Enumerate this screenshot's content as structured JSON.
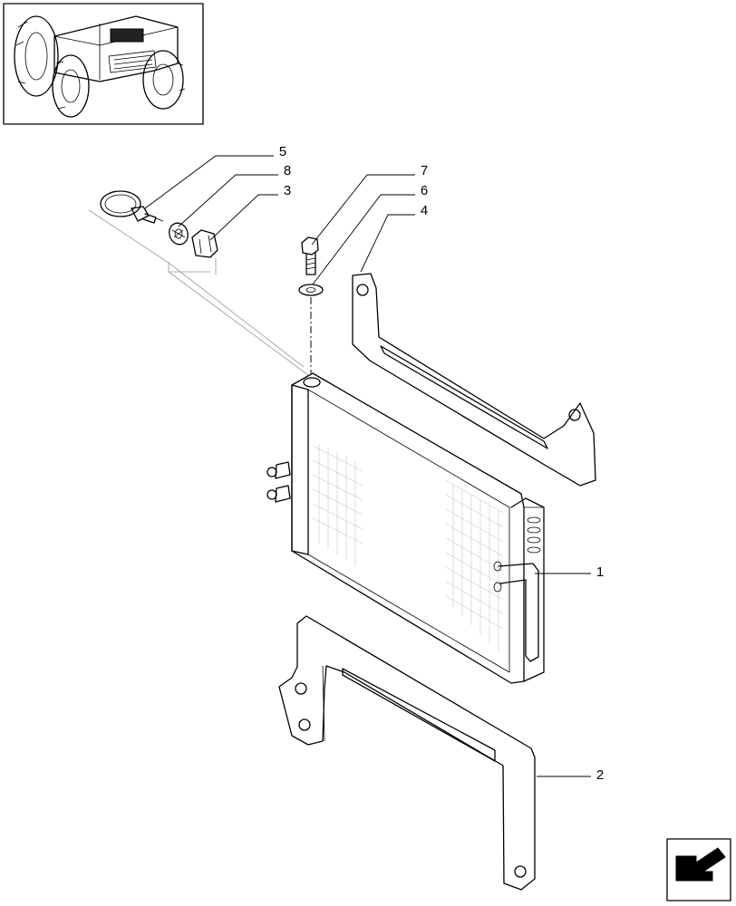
{
  "diagram": {
    "callouts": [
      {
        "id": "part-5",
        "label": "5"
      },
      {
        "id": "part-8",
        "label": "8"
      },
      {
        "id": "part-3",
        "label": "3"
      },
      {
        "id": "part-7",
        "label": "7"
      },
      {
        "id": "part-6",
        "label": "6"
      },
      {
        "id": "part-4",
        "label": "4"
      },
      {
        "id": "part-1",
        "label": "1"
      },
      {
        "id": "part-2",
        "label": "2"
      }
    ],
    "icons": {
      "thumbnail": "tractor-thumbnail-icon",
      "navigation": "next-page-arrow-icon"
    },
    "colors": {
      "line": "#000000",
      "background": "#ffffff"
    }
  }
}
